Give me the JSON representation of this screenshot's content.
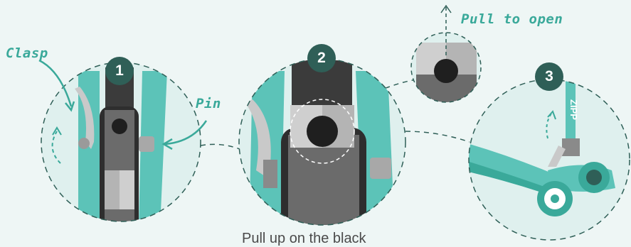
{
  "labels": {
    "clasp": "Clasp",
    "pin": "Pin",
    "pull_to_open": "Pull to open",
    "caption": "Pull up on the black"
  },
  "steps": [
    "1",
    "2",
    "3"
  ],
  "brand_text": "ZIPP",
  "colors": {
    "background": "#eef6f5",
    "teal": "#5cc3b8",
    "teal_dark": "#3aa99a",
    "badge": "#2f5f57",
    "dark_grey": "#3b3b3b",
    "mid_grey": "#6b6b6b",
    "light_grey": "#b4b4b4",
    "dashed_line": "#2f5f57"
  }
}
